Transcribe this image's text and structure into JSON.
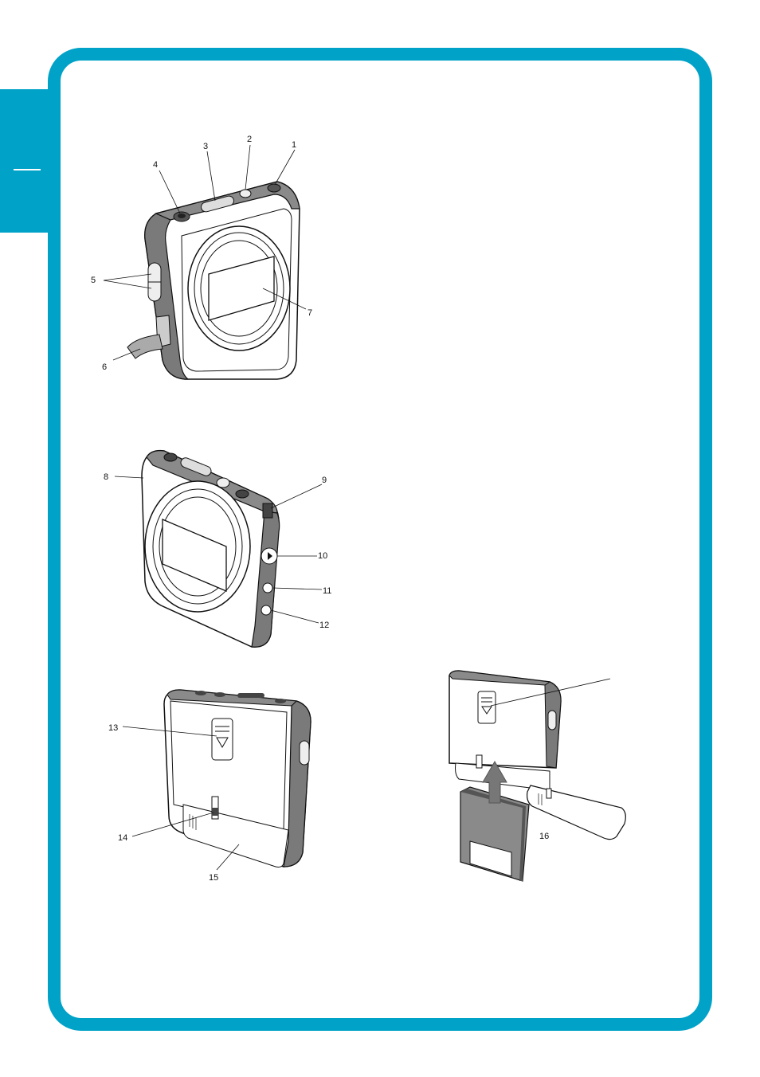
{
  "page": {
    "accent_color": "#00a2c8",
    "section_tab_icon": "dash-line-icon"
  },
  "figures": [
    {
      "name": "camera-front-view",
      "callouts": [
        "1",
        "2",
        "3",
        "4",
        "5",
        "6",
        "7"
      ]
    },
    {
      "name": "camera-angled-view",
      "callouts": [
        "8",
        "9",
        "10",
        "11",
        "12"
      ]
    },
    {
      "name": "camera-back-view",
      "callouts": [
        "13",
        "14",
        "15"
      ]
    },
    {
      "name": "memory-card-insertion",
      "callouts": [
        "16"
      ]
    }
  ],
  "callouts": {
    "c1": "1",
    "c2": "2",
    "c3": "3",
    "c4": "4",
    "c5": "5",
    "c6": "6",
    "c7": "7",
    "c8": "8",
    "c9": "9",
    "c10": "10",
    "c11": "11",
    "c12": "12",
    "c13": "13",
    "c14": "14",
    "c15": "15",
    "c16": "16"
  }
}
